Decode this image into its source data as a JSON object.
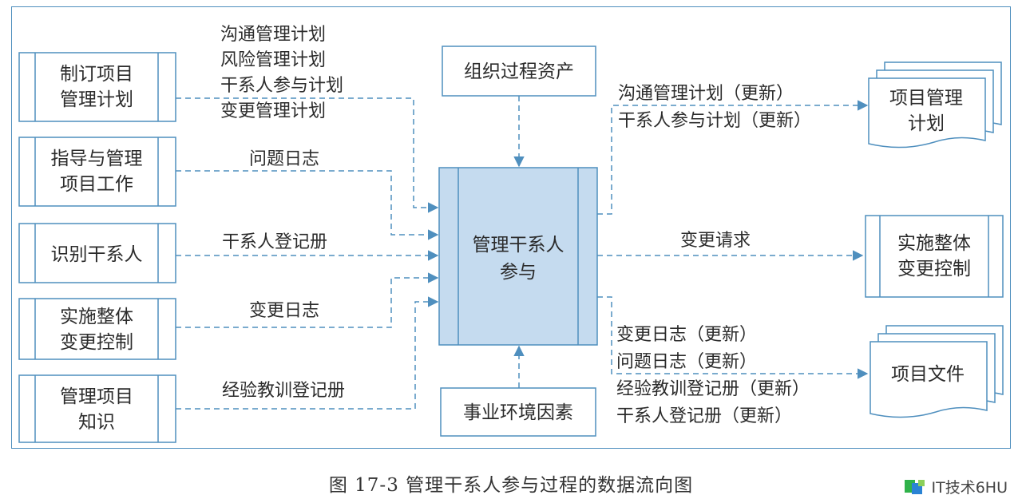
{
  "diagram": {
    "inputs": [
      {
        "id": "develop-plan",
        "lines": [
          "制订项目",
          "管理计划"
        ]
      },
      {
        "id": "direct-work",
        "lines": [
          "指导与管理",
          "项目工作"
        ]
      },
      {
        "id": "identify-stakeholders",
        "lines": [
          "识别干系人"
        ]
      },
      {
        "id": "integrated-change-in",
        "lines": [
          "实施整体",
          "变更控制"
        ]
      },
      {
        "id": "manage-knowledge",
        "lines": [
          "管理项目",
          "知识"
        ]
      }
    ],
    "input_labels": {
      "plans": [
        "沟通管理计划",
        "风险管理计划",
        "干系人参与计划",
        "变更管理计划"
      ],
      "issue_log": "问题日志",
      "stakeholder_register": "干系人登记册",
      "change_log": "变更日志",
      "lessons_register": "经验教训登记册"
    },
    "top_box": "组织过程资产",
    "bottom_box": "事业环境因素",
    "center": [
      "管理干系人",
      "参与"
    ],
    "outputs": {
      "pm_plan": {
        "lines": [
          "项目管理",
          "计划"
        ],
        "labels": [
          "沟通管理计划（更新）",
          "干系人参与计划（更新）"
        ]
      },
      "change_control": {
        "lines": [
          "实施整体",
          "变更控制"
        ],
        "labels": [
          "变更请求"
        ]
      },
      "project_docs": {
        "lines": [
          "项目文件"
        ],
        "labels": [
          "变更日志（更新）",
          "问题日志（更新）",
          "经验教训登记册（更新）",
          "干系人登记册（更新）"
        ]
      }
    },
    "colors": {
      "border": "#4f8fbe",
      "arrow": "#4f8fbe",
      "center_fill": "#c5dbef"
    }
  },
  "caption": "图 17-3    管理干系人参与过程的数据流向图",
  "watermark": "IT技术6HU"
}
